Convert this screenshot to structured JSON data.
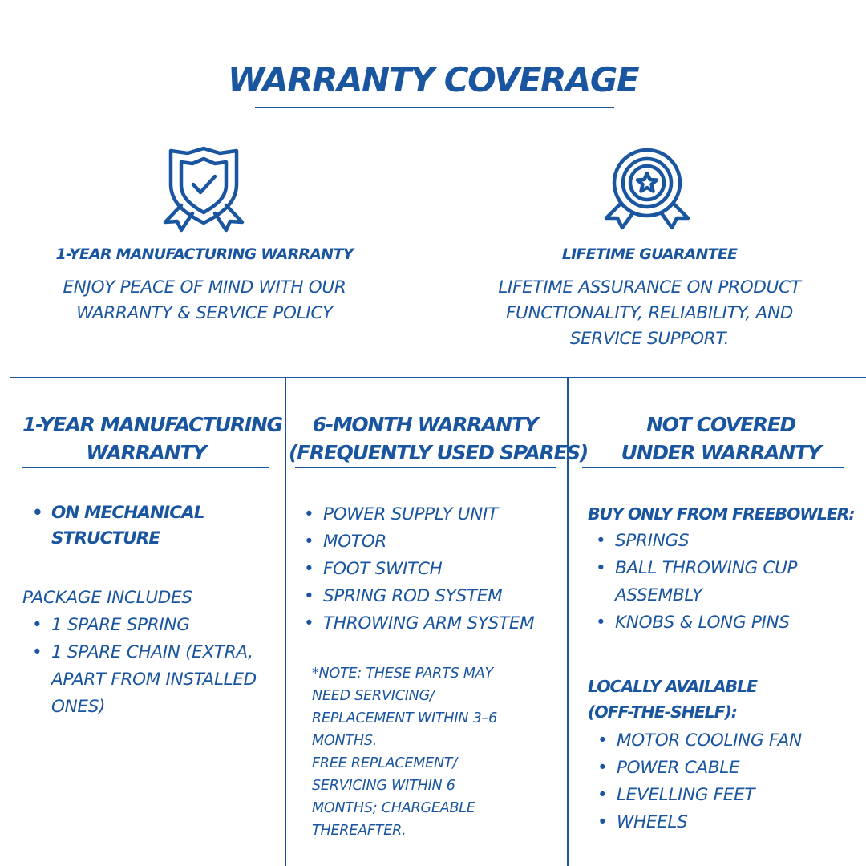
{
  "title": "WARRANTY COVERAGE",
  "features": [
    {
      "icon": "shield-check-icon",
      "heading": "1-YEAR MANUFACTURING WARRANTY",
      "lines": [
        "ENJOY PEACE OF MIND WITH OUR",
        "WARRANTY & SERVICE POLICY"
      ]
    },
    {
      "icon": "star-medal-icon",
      "heading": "LIFETIME GUARANTEE",
      "lines": [
        "LIFETIME ASSURANCE ON PRODUCT",
        "FUNCTIONALITY, RELIABILITY, AND",
        "SERVICE SUPPORT."
      ]
    }
  ],
  "columns": [
    {
      "heading": [
        "1-YEAR MANUFACTURING",
        "WARRANTY"
      ],
      "bold_item": [
        "ON MECHANICAL",
        "STRUCTURE"
      ],
      "package_label": "PACKAGE INCLUDES",
      "package_items": [
        [
          "1 SPARE SPRING"
        ],
        [
          "1 SPARE CHAIN (EXTRA,",
          "APART FROM INSTALLED",
          "ONES)"
        ]
      ]
    },
    {
      "heading": [
        "6-MONTH WARRANTY",
        "(FREQUENTLY USED SPARES)"
      ],
      "items": [
        "POWER SUPPLY UNIT",
        "MOTOR",
        "FOOT SWITCH",
        "SPRING ROD SYSTEM",
        "THROWING ARM SYSTEM"
      ],
      "note": [
        "*NOTE: THESE PARTS MAY",
        "NEED SERVICING/",
        "REPLACEMENT WITHIN 3–6",
        "MONTHS.",
        "FREE REPLACEMENT/",
        "SERVICING WITHIN 6",
        "MONTHS; CHARGEABLE",
        "THEREAFTER."
      ]
    },
    {
      "heading": [
        "NOT COVERED",
        "UNDER WARRANTY"
      ],
      "group1_label": "BUY ONLY FROM FREEBOWLER:",
      "group1_items": [
        [
          "SPRINGS"
        ],
        [
          "BALL THROWING CUP",
          "ASSEMBLY"
        ],
        [
          "KNOBS & LONG PINS"
        ]
      ],
      "group2_label": [
        "LOCALLY AVAILABLE",
        "(OFF-THE-SHELF):"
      ],
      "group2_items": [
        "MOTOR COOLING FAN",
        "POWER CABLE",
        "LEVELLING FEET",
        "WHEELS"
      ]
    }
  ],
  "colors": {
    "primary": "#1a55a0",
    "background": "#ffffff"
  }
}
